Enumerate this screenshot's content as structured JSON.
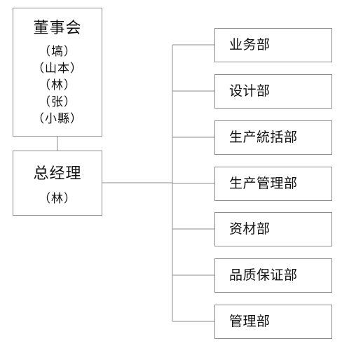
{
  "board": {
    "title": "董事会",
    "members": [
      "（塙）",
      "（山本）",
      "（林）",
      "（张）",
      "（小縣）"
    ]
  },
  "general_manager": {
    "title": "总经理",
    "members": [
      "（林）"
    ]
  },
  "departments": [
    {
      "label": "业务部"
    },
    {
      "label": "设计部"
    },
    {
      "label": "生产統括部"
    },
    {
      "label": "生产管理部"
    },
    {
      "label": "资材部"
    },
    {
      "label": "品质保证部"
    },
    {
      "label": "管理部"
    }
  ],
  "colors": {
    "line": "#8c8c8c",
    "text": "#111111",
    "background": "#ffffff"
  }
}
